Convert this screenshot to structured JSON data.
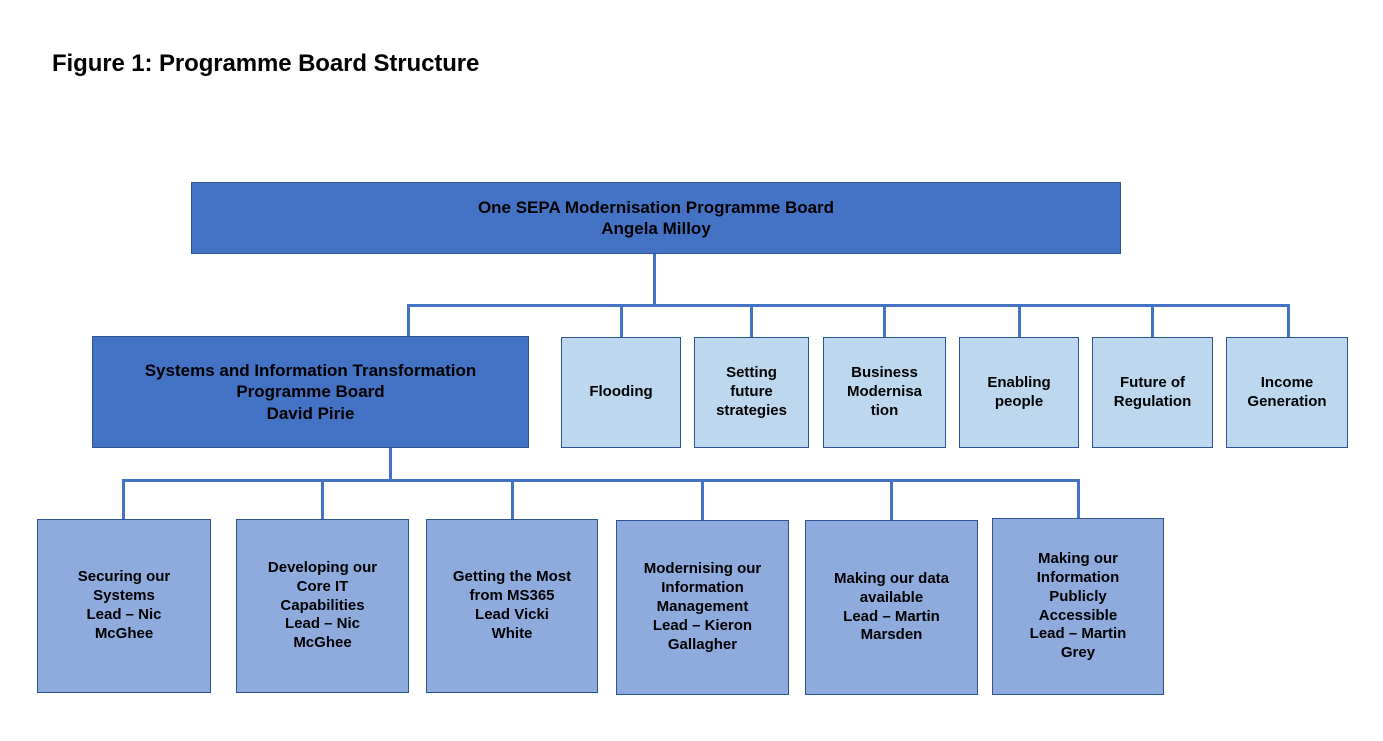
{
  "figure": {
    "title": "Figure 1: Programme Board Structure"
  },
  "colors": {
    "dark_blue": "#4472C4",
    "medium_blue": "#8FAADC",
    "light_blue": "#BDD7EF",
    "border_blue": "#2E5395",
    "text": "#000000",
    "background": "#FFFFFF"
  },
  "chart_data": {
    "type": "org-chart",
    "title": "Figure 1: Programme Board Structure",
    "levels": 3,
    "nodes": {
      "root": {
        "id": "root",
        "label": "One SEPA Modernisation Programme Board\nAngela Milloy",
        "title": "One SEPA Modernisation Programme Board",
        "lead": "Angela Milloy",
        "fill": "#4472C4",
        "level": 0
      },
      "level1": [
        {
          "id": "systems-information-transformation",
          "label": "Systems and Information Transformation\nProgramme Board\nDavid Pirie",
          "title": "Systems and Information Transformation Programme Board",
          "lead": "David Pirie",
          "fill": "#4472C4",
          "level": 1,
          "has_children": true
        },
        {
          "id": "flooding",
          "label": "Flooding",
          "fill": "#BDD7EF",
          "level": 1,
          "has_children": false
        },
        {
          "id": "setting-future-strategies",
          "label": "Setting\nfuture\nstrategies",
          "fill": "#BDD7EF",
          "level": 1,
          "has_children": false
        },
        {
          "id": "business-modernisation",
          "label": "Business\nModernisa\ntion",
          "fill": "#BDD7EF",
          "level": 1,
          "has_children": false
        },
        {
          "id": "enabling-people",
          "label": "Enabling\npeople",
          "fill": "#BDD7EF",
          "level": 1,
          "has_children": false
        },
        {
          "id": "future-of-regulation",
          "label": "Future of\nRegulation",
          "fill": "#BDD7EF",
          "level": 1,
          "has_children": false
        },
        {
          "id": "income-generation",
          "label": "Income\nGeneration",
          "fill": "#BDD7EF",
          "level": 1,
          "has_children": false
        }
      ],
      "level2": [
        {
          "id": "securing-our-systems",
          "label": "Securing our\nSystems\nLead – Nic\nMcGhee",
          "title": "Securing our Systems",
          "lead": "Lead – Nic McGhee",
          "fill": "#8FAADC",
          "level": 2,
          "parent": "systems-information-transformation"
        },
        {
          "id": "developing-core-it-capabilities",
          "label": "Developing our\nCore IT\nCapabilities\nLead – Nic\nMcGhee",
          "title": "Developing our Core IT Capabilities",
          "lead": "Lead – Nic McGhee",
          "fill": "#8FAADC",
          "level": 2,
          "parent": "systems-information-transformation"
        },
        {
          "id": "getting-most-from-ms365",
          "label": "Getting the Most\nfrom MS365\nLead Vicki\nWhite",
          "title": "Getting the Most from MS365",
          "lead": "Lead Vicki White",
          "fill": "#8FAADC",
          "level": 2,
          "parent": "systems-information-transformation"
        },
        {
          "id": "modernising-information-management",
          "label": "Modernising our\nInformation\nManagement\nLead – Kieron\nGallagher",
          "title": "Modernising our Information Management",
          "lead": "Lead – Kieron Gallagher",
          "fill": "#8FAADC",
          "level": 2,
          "parent": "systems-information-transformation"
        },
        {
          "id": "making-our-data-available",
          "label": "Making our data\navailable\nLead – Martin\nMarsden",
          "title": "Making our data available",
          "lead": "Lead – Martin Marsden",
          "fill": "#8FAADC",
          "level": 2,
          "parent": "systems-information-transformation"
        },
        {
          "id": "making-information-publicly-accessible",
          "label": "Making our\nInformation\nPublicly\nAccessible\nLead – Martin\nGrey",
          "title": "Making our Information Publicly Accessible",
          "lead": "Lead – Martin Grey",
          "fill": "#8FAADC",
          "level": 2,
          "parent": "systems-information-transformation"
        }
      ]
    }
  }
}
